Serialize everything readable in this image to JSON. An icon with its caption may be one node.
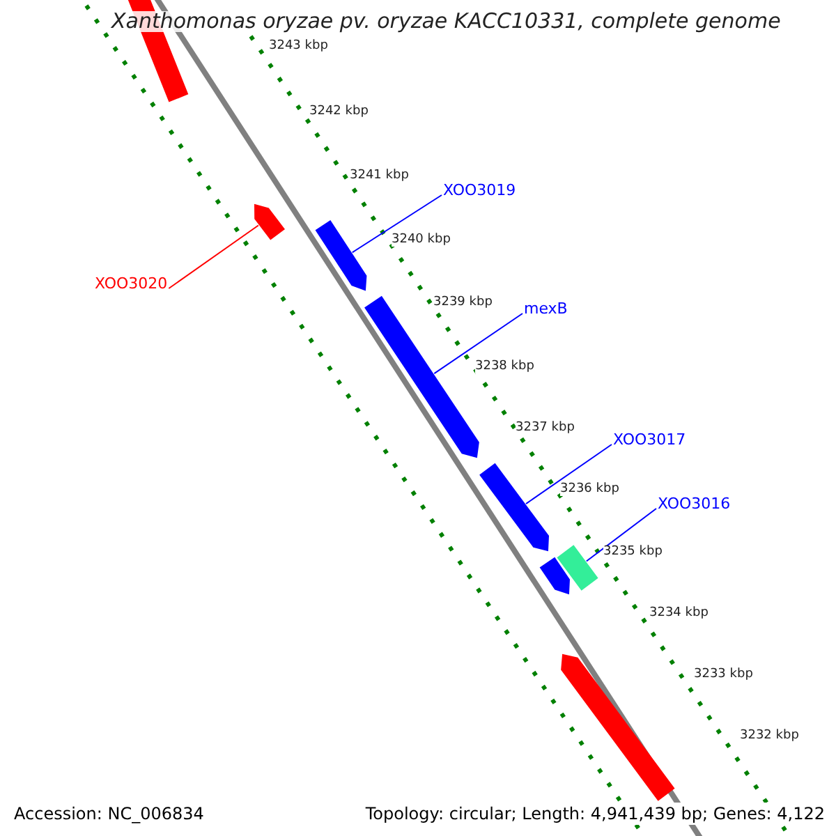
{
  "diagram": {
    "title": "Xanthomonas oryzae pv. oryzae KACC10331, complete genome",
    "nodes": [
      {
        "text": [],
        "shape": "bar"
      },
      {
        "text": [],
        "shape": "bar"
      },
      {
        "text": [],
        "shape": "bar"
      },
      {
        "text": [],
        "shape": "bar"
      },
      {
        "text": [],
        "shape": "bar"
      },
      {
        "text": [],
        "shape": "bar"
      },
      {
        "text": [],
        "shape": "bar"
      },
      {
        "text": [],
        "shape": "bar"
      },
      {
        "text": [
          "XOO3019"
        ]
      },
      {
        "text": [
          "XOO3020"
        ]
      },
      {
        "text": [
          "mexB"
        ]
      },
      {
        "text": [
          "XOO3017"
        ]
      },
      {
        "text": [
          "XOO3016"
        ]
      }
    ],
    "edges": [
      {
        "from": 8,
        "to": 2,
        "arrow": "none"
      },
      {
        "from": 9,
        "to": 1,
        "arrow": "none",
        "color": "#ff0000"
      },
      {
        "from": 10,
        "to": 3,
        "arrow": "none"
      },
      {
        "from": 11,
        "to": 4,
        "arrow": "none"
      },
      {
        "from": 12,
        "to": 6,
        "arrow": "none"
      }
    ],
    "labels": [
      "3243 kbp",
      "3242 kbp",
      "3241 kbp",
      "3240 kbp",
      "3239 kbp",
      "3238 kbp",
      "3237 kbp",
      "3236 kbp",
      "3235 kbp",
      "3234 kbp",
      "3233 kbp",
      "3232 kbp",
      "Accession: NC_006834",
      "Topology: circular; Length: 4,941,439 bp; Genes: 4,122"
    ]
  }
}
